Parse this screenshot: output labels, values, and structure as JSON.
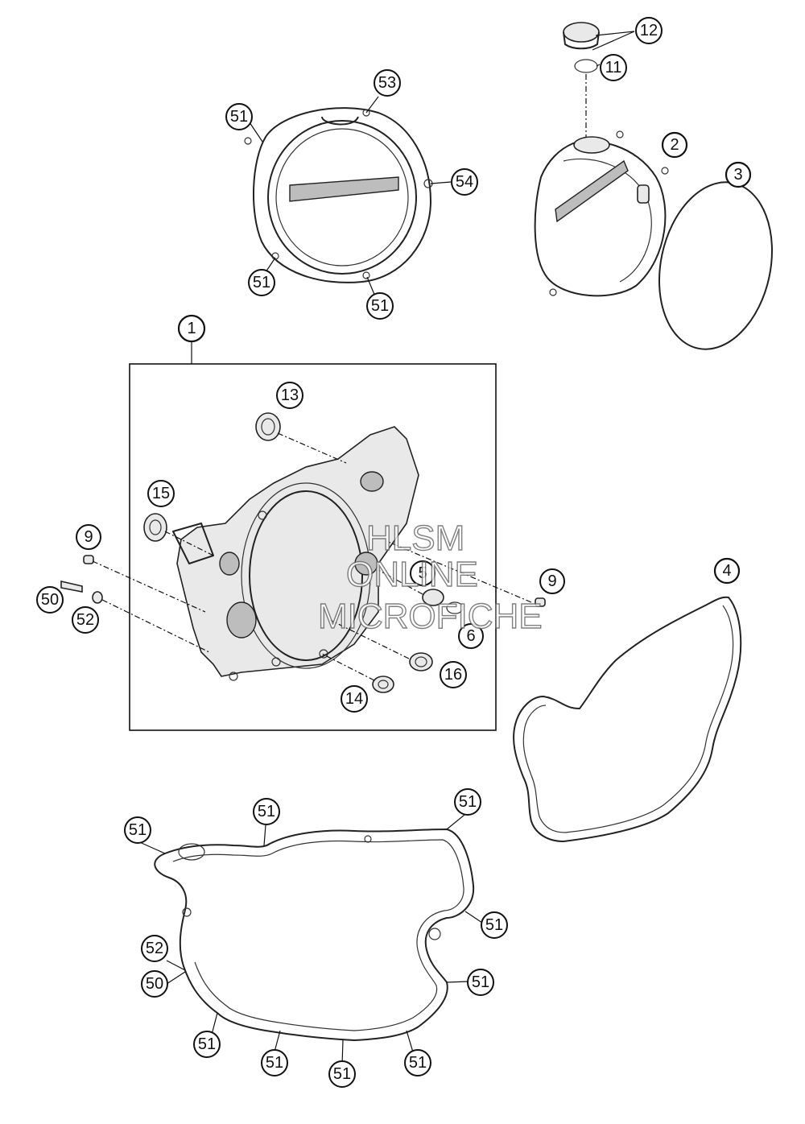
{
  "watermark": [
    "HLSM",
    "ONLINE",
    "MICROFICHE"
  ],
  "callouts": {
    "c1": "1",
    "c2": "2",
    "c3": "3",
    "c4": "4",
    "c5": "5",
    "c6": "6",
    "c9a": "9",
    "c9b": "9",
    "c11": "11",
    "c12": "12",
    "c13": "13",
    "c14": "14",
    "c15": "15",
    "c16": "16",
    "c50a": "50",
    "c50b": "50",
    "c52a": "52",
    "c52b": "52",
    "c53": "53",
    "c54": "54",
    "c51_01": "51",
    "c51_02": "51",
    "c51_03": "51",
    "c51_04": "51",
    "c51_05": "51",
    "c51_06": "51",
    "c51_07": "51",
    "c51_08": "51",
    "c51_09": "51",
    "c51_10": "51",
    "c51_11": "51",
    "c51_12": "51"
  }
}
